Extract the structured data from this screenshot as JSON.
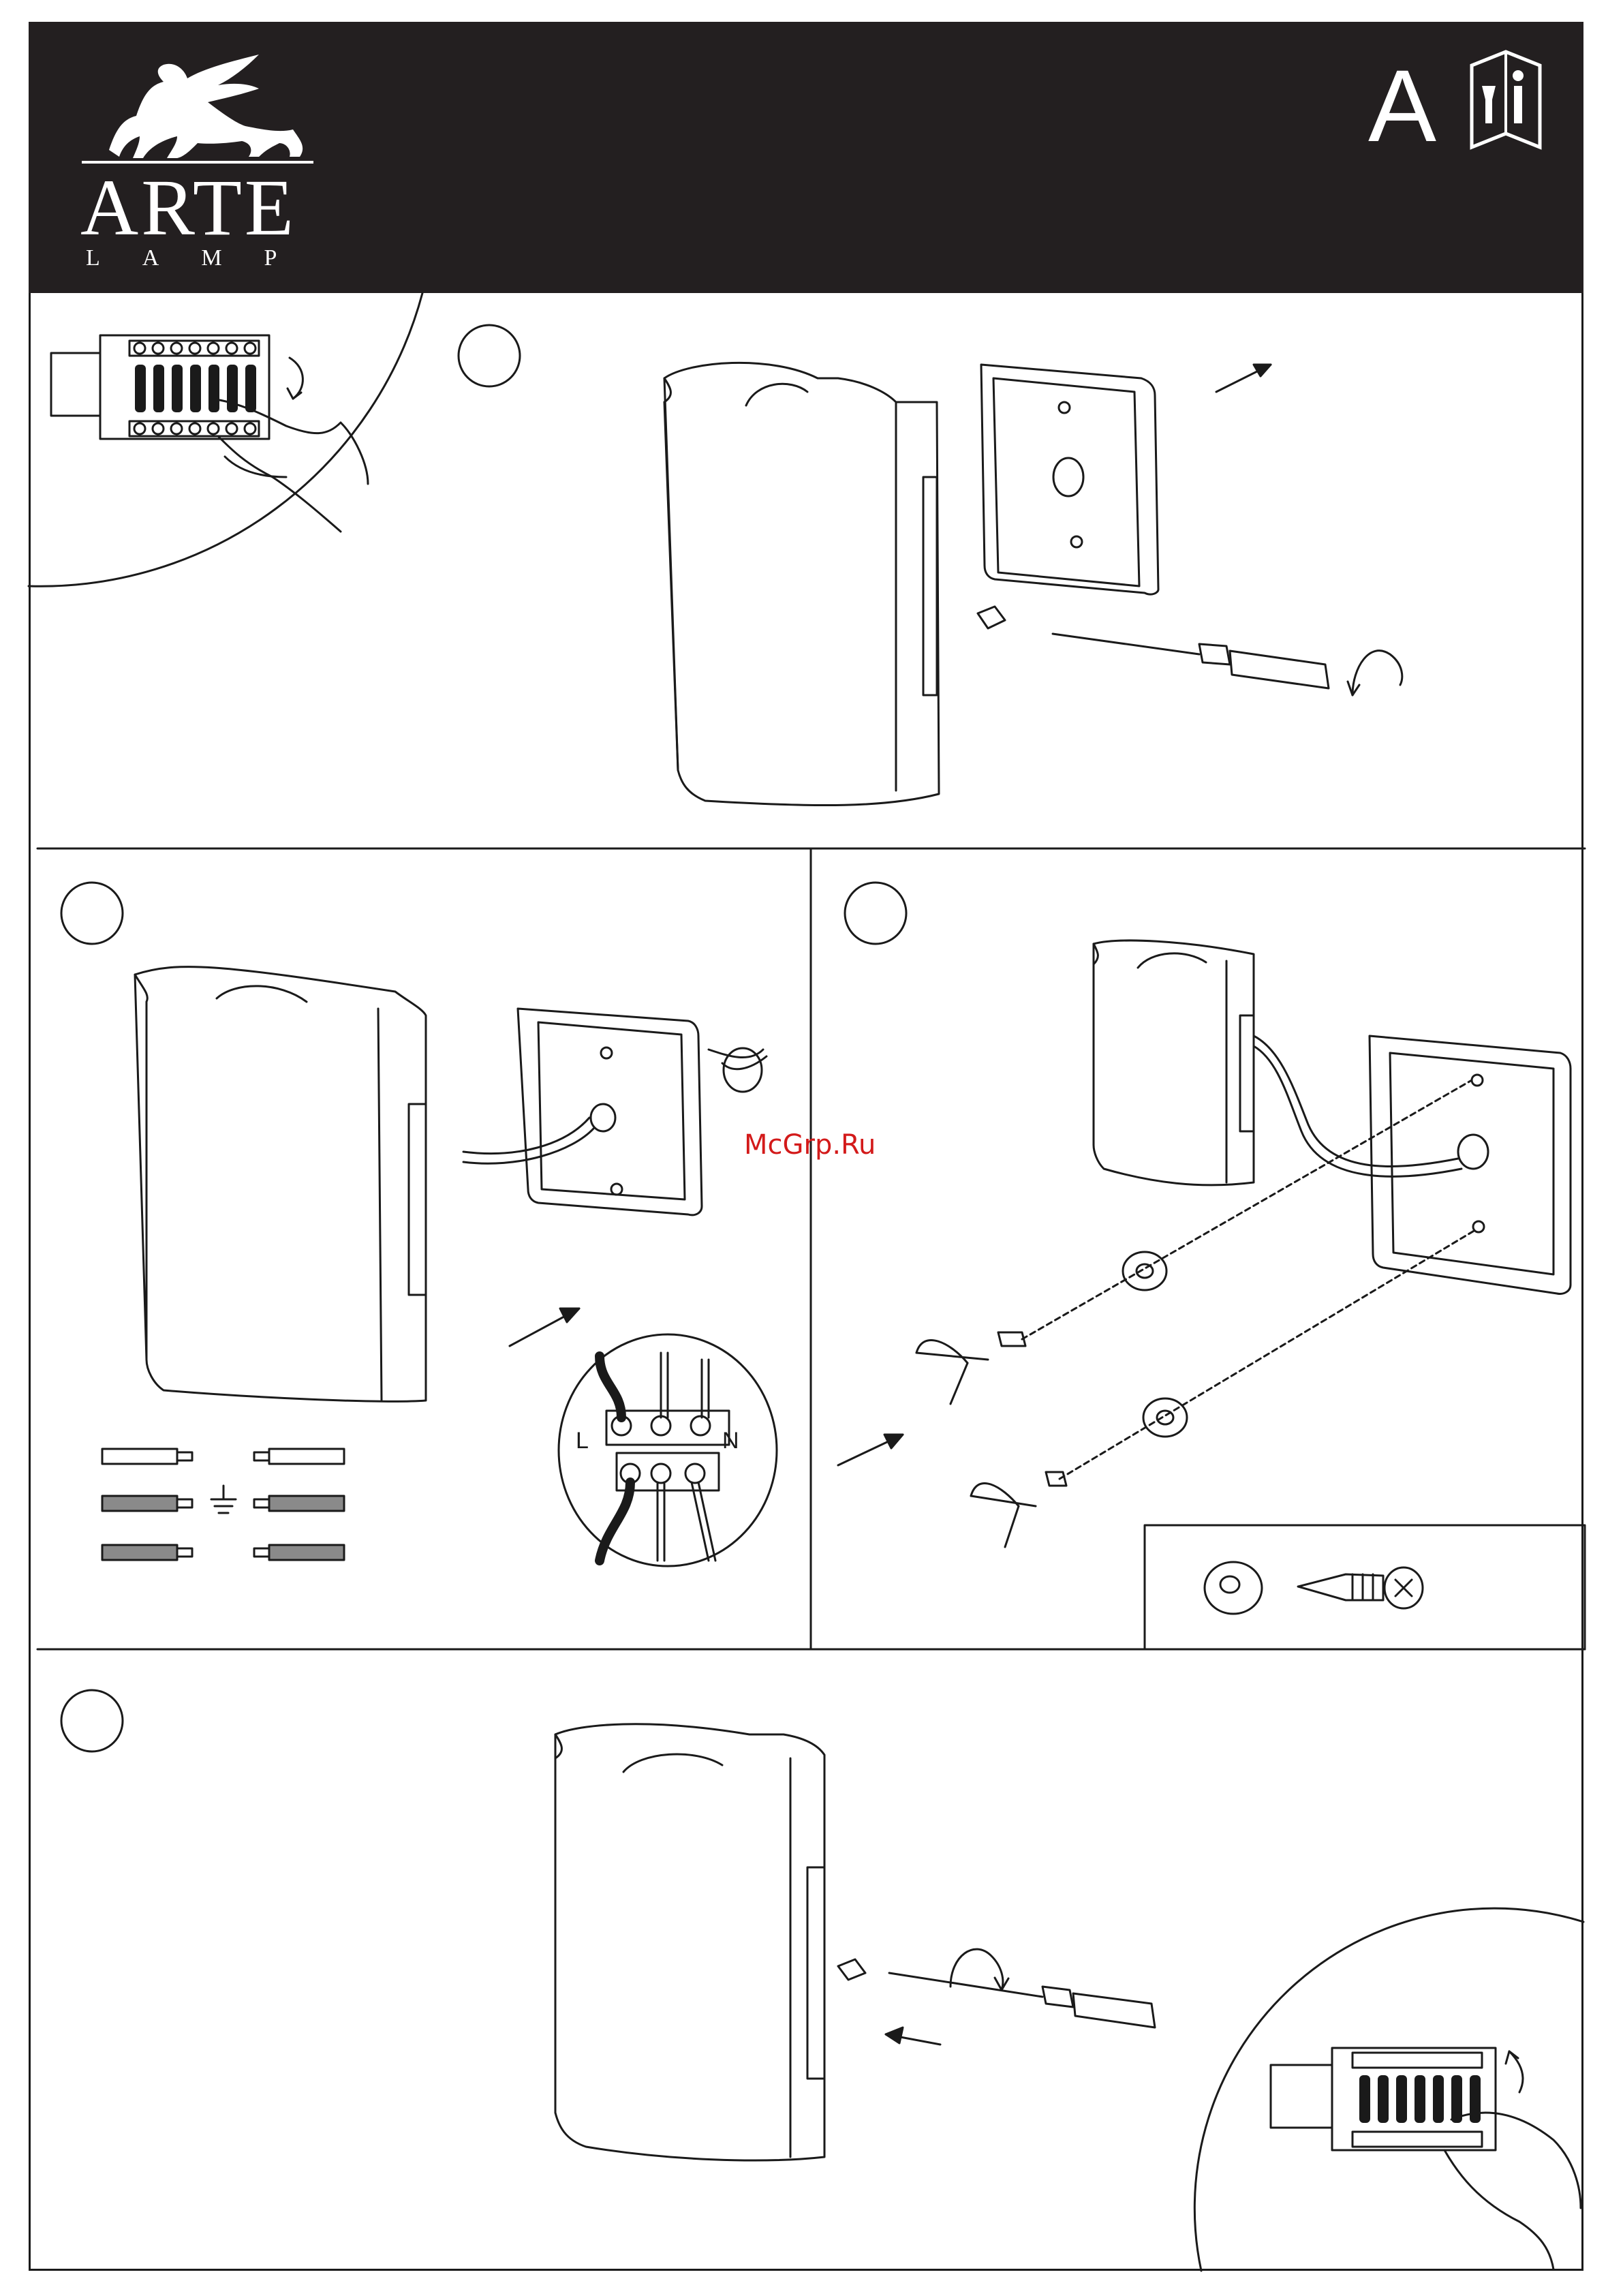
{
  "header": {
    "brand_name": "ARTE",
    "brand_sub": "LAMP",
    "page_letter": "A",
    "logo_icon": "griffin-logo-icon",
    "manual_icon": "instruction-book-icon"
  },
  "watermark": {
    "text": "McGrp.Ru",
    "color": "#d31a1a"
  },
  "wiring": {
    "left_label": "L",
    "right_label": "N"
  },
  "colors": {
    "header_bg": "#231f20",
    "line": "#1a1a1a"
  }
}
